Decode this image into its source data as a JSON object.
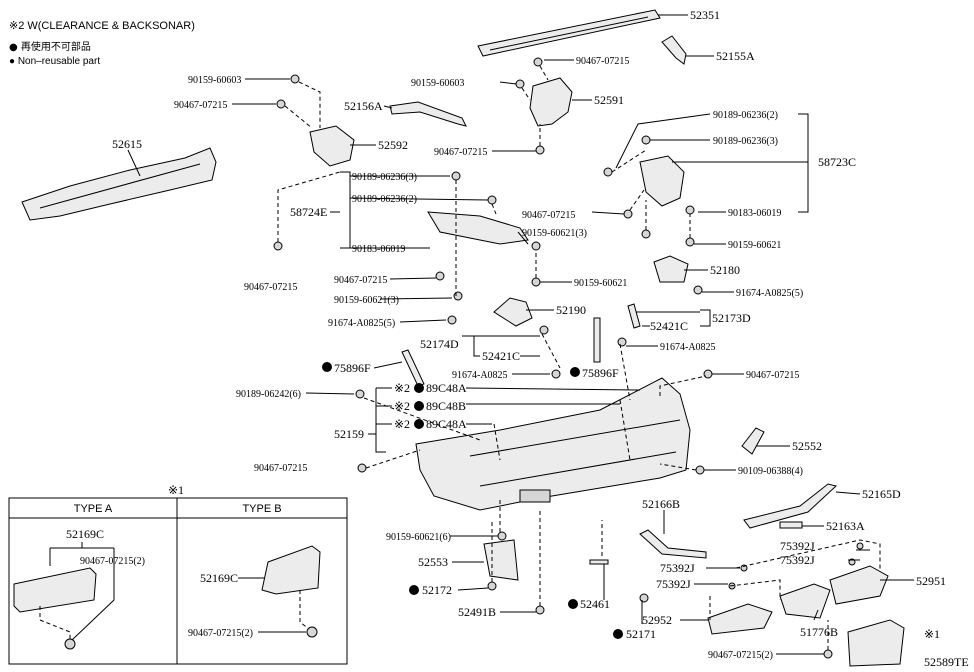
{
  "notes": {
    "line1": "※2 W(CLEARANCE & BACKSONAR)",
    "line2": "● 再使用不可部品",
    "line3": "● Non–reusable part"
  },
  "labels": {
    "p52351": "52351",
    "p52155A": "52155A",
    "p90467_07215_a": "90467-07215",
    "p90159_60603_a": "90159-60603",
    "p90159_60603_b": "90159-60603",
    "p90467_07215_b": "90467-07215",
    "p52156A": "52156A",
    "p52591": "52591",
    "p52615": "52615",
    "p52592": "52592",
    "p90467_07215_c": "90467-07215",
    "p90189_06236_2a": "90189-06236(2)",
    "p90189_06236_3a": "90189-06236(3)",
    "p58723C": "58723C",
    "p90189_06236_3b": "90189-06236(3)",
    "p90189_06236_2b": "90189-06236(2)",
    "p58724E": "58724E",
    "p90183_06019_a": "90183-06019",
    "p90467_07215_d": "90467-07215",
    "p90183_06019_b": "90183-06019",
    "p90159_60621_3a": "90159-60621(3)",
    "p90159_60621_a": "90159-60621",
    "p90467_07215_e": "90467-07215",
    "p52180": "52180",
    "p90467_07215_f": "90467-07215",
    "p90159_60621_b": "90159-60621",
    "p91674_A0825_5a": "91674-A0825(5)",
    "p90159_60621_3b": "90159-60621(3)",
    "p52190": "52190",
    "p91674_A0825_5b": "91674-A0825(5)",
    "p52173D": "52173D",
    "p52421C_a": "52421C",
    "p52174D": "52174D",
    "p52421C_b": "52421C",
    "p91674_A0825_a": "91674-A0825",
    "p75896F_a": "75896F",
    "p91674_A0825_b": "91674-A0825",
    "p75896F_b": "75896F",
    "p90467_07215_g": "90467-07215",
    "p90189_06242_6": "90189-06242(6)",
    "p89C48A_a": "89C48A",
    "p89C48B": "89C48B",
    "p89C48A_b": "89C48A",
    "mark_2": "※2",
    "p52159": "52159",
    "p52552": "52552",
    "p90467_07215_h": "90467-07215",
    "p90109_06388_4": "90109-06388(4)",
    "p52165D": "52165D",
    "p52166B": "52166B",
    "p52163A": "52163A",
    "p90159_60621_6": "90159-60621(6)",
    "p75392J_a": "75392J",
    "p75392J_b": "75392J",
    "p75392J_c": "75392J",
    "p75392J_d": "75392J",
    "p52553": "52553",
    "p52951": "52951",
    "p52172": "52172",
    "p52461": "52461",
    "p52491B": "52491B",
    "p52952": "52952",
    "p52171": "52171",
    "p51776B": "51776B",
    "p90467_07215_2": "90467-07215(2)",
    "mark_1": "※1",
    "p52589TE": "52589TE"
  },
  "inset": {
    "mark": "※1",
    "type_a": "TYPE A",
    "type_b": "TYPE B",
    "a_part": "52169C",
    "a_bolt": "90467-07215(2)",
    "b_part": "52169C",
    "b_bolt": "90467-07215(2)"
  }
}
